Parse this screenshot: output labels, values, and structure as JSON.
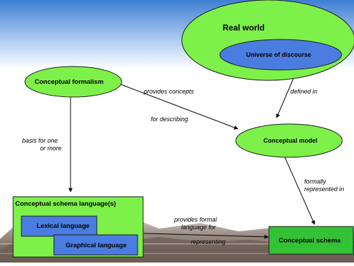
{
  "nodes": {
    "real_world": "Real world",
    "universe_of_discourse": "Universe of discourse",
    "conceptual_formalism": "Conceptual formalism",
    "conceptual_model": "Conceptual model",
    "conceptual_schema_language": "Conceptual schema language(s)",
    "lexical_language": "Lexical language",
    "graphical_language": "Graphical language",
    "conceptual_schema": "Conceptual schema"
  },
  "edges": {
    "provides_concepts": "provides concepts",
    "for_describing": "for describing",
    "defined_in": "defined in",
    "basis_line1": "basis for one",
    "basis_line2": "or more",
    "formally_line1": "formally",
    "formally_line2": "represented in",
    "provides_formal_line1": "provides formal",
    "provides_formal_line2": "language for",
    "representing": "representing"
  },
  "colors": {
    "sky_top": "#3d7fd3",
    "node_green": "#7ef04a",
    "node_blue": "#4b7de0",
    "schema_green": "#33c233",
    "mountain": "#7a6b62"
  }
}
